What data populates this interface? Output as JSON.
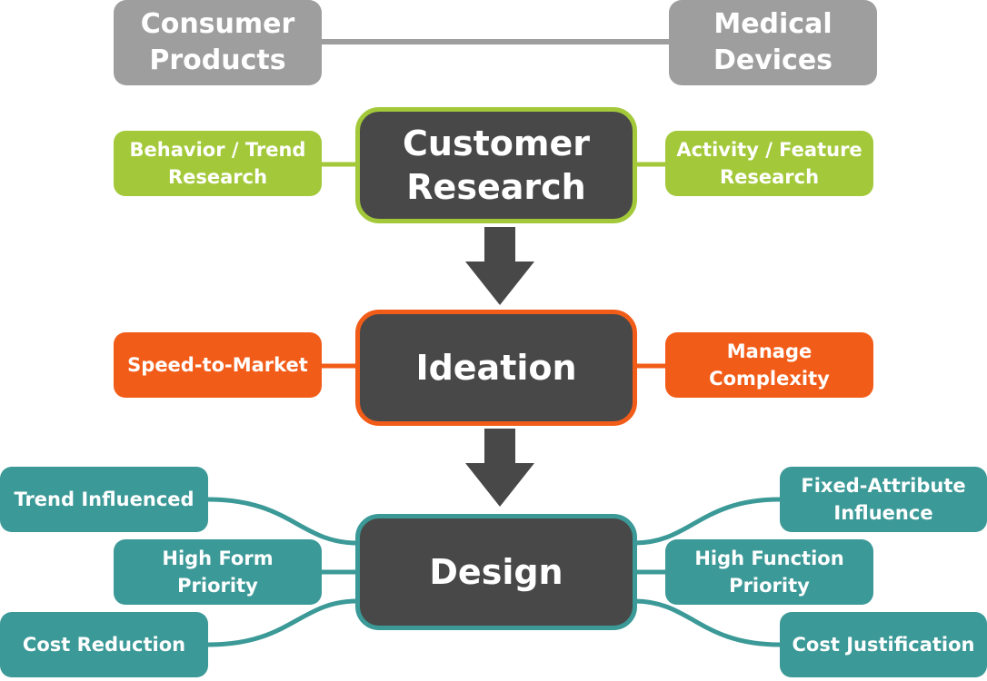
{
  "industries": {
    "left": "Consumer\nProducts",
    "right": "Medical\nDevices"
  },
  "stages": {
    "customer_research": "Customer\nResearch",
    "ideation": "Ideation",
    "design": "Design"
  },
  "customer_research_topics": {
    "left": "Behavior / Trend\nResearch",
    "right": "Activity / Feature\nResearch"
  },
  "ideation_topics": {
    "left": "Speed-to-Market",
    "right": "Manage\nComplexity"
  },
  "design_topics": {
    "left": [
      "Trend Influenced",
      "High Form\nPriority",
      "Cost Reduction"
    ],
    "right": [
      "Fixed-Attribute\nInfluence",
      "High Function\nPriority",
      "Cost Justification"
    ]
  },
  "colors": {
    "gray": "#9e9e9e",
    "lime": "#a3c93a",
    "orange": "#f25c19",
    "teal": "#3b9997",
    "dark": "#484848",
    "arrow": "#484848"
  }
}
